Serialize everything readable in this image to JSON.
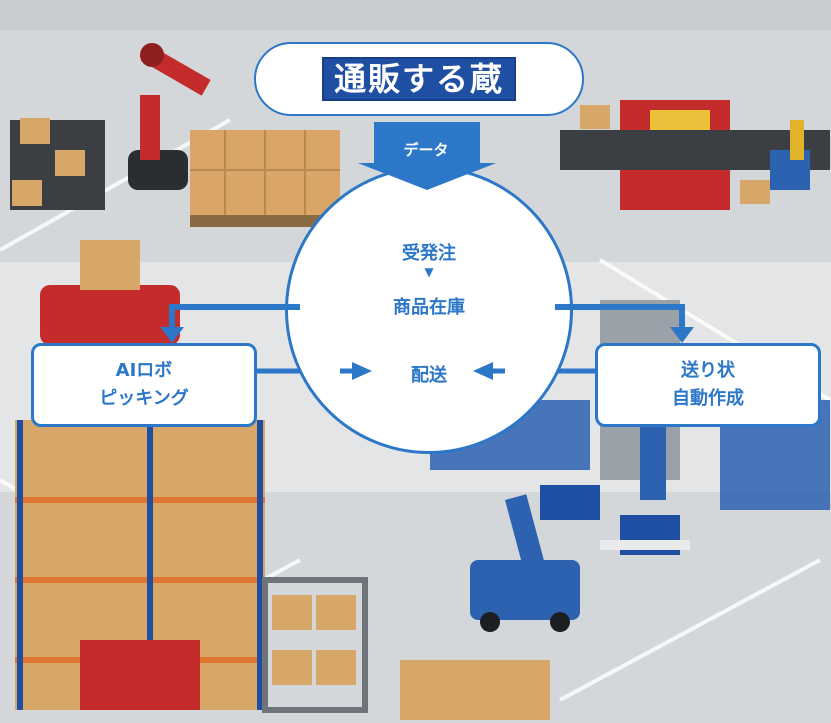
{
  "logo": {
    "text": "通販する蔵"
  },
  "data_arrow": {
    "label": "データ"
  },
  "circle": {
    "step1": "受発注",
    "arrow": "▼",
    "step2": "商品在庫",
    "step3": "配送"
  },
  "left_box": {
    "line1": "AIロボ",
    "line2": "ピッキング"
  },
  "right_box": {
    "line1": "送り状",
    "line2": "自動作成"
  },
  "colors": {
    "accent": "#2c77c7",
    "logo_bg": "#1f4fa3",
    "background": "#d9dcdf"
  }
}
